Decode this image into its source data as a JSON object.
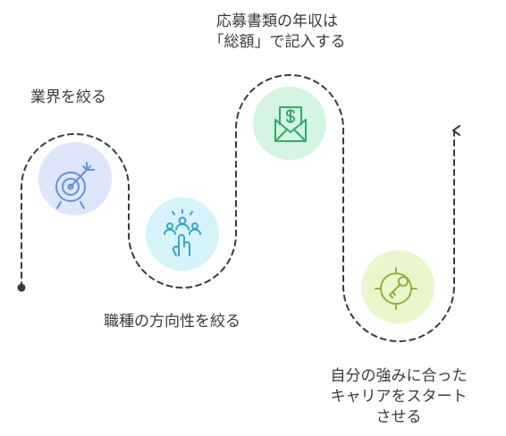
{
  "steps": [
    {
      "label_lines": [
        "業界を絞る"
      ],
      "icon": "target-arrow-icon",
      "circle_color": "#dde6fb",
      "icon_color": "#6b8fd8"
    },
    {
      "label_lines": [
        "職種の方向性を絞る"
      ],
      "icon": "team-select-icon",
      "circle_color": "#d6f3fb",
      "icon_color": "#3aa3c7"
    },
    {
      "label_lines": [
        "応募書類の年収は",
        "「総額」で記入する"
      ],
      "icon": "money-envelope-icon",
      "circle_color": "#d3f5e2",
      "icon_color": "#33a968"
    },
    {
      "label_lines": [
        "自分の強みに合った",
        "キャリアをスタート",
        "させる"
      ],
      "icon": "key-target-icon",
      "circle_color": "#eaf7cd",
      "icon_color": "#8bb33b"
    }
  ],
  "path_color": "#3a3a3a"
}
